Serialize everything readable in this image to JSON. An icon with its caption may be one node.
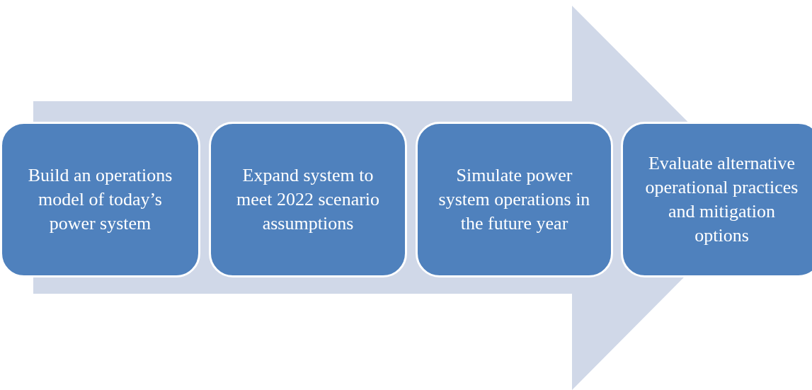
{
  "diagram": {
    "nodes": [
      {
        "text": [
          "Build an operations model of today’s power system"
        ]
      },
      {
        "text": [
          "Expand system to meet 2022 scenario assumptions"
        ]
      },
      {
        "text": [
          "Simulate power system operations in the future year"
        ]
      },
      {
        "text": [
          "Evaluate alternative operational practices and mitigation options"
        ]
      }
    ],
    "edges": [
      {
        "from": 0,
        "to": 3,
        "arrow": "to",
        "style": "thick"
      }
    ]
  }
}
